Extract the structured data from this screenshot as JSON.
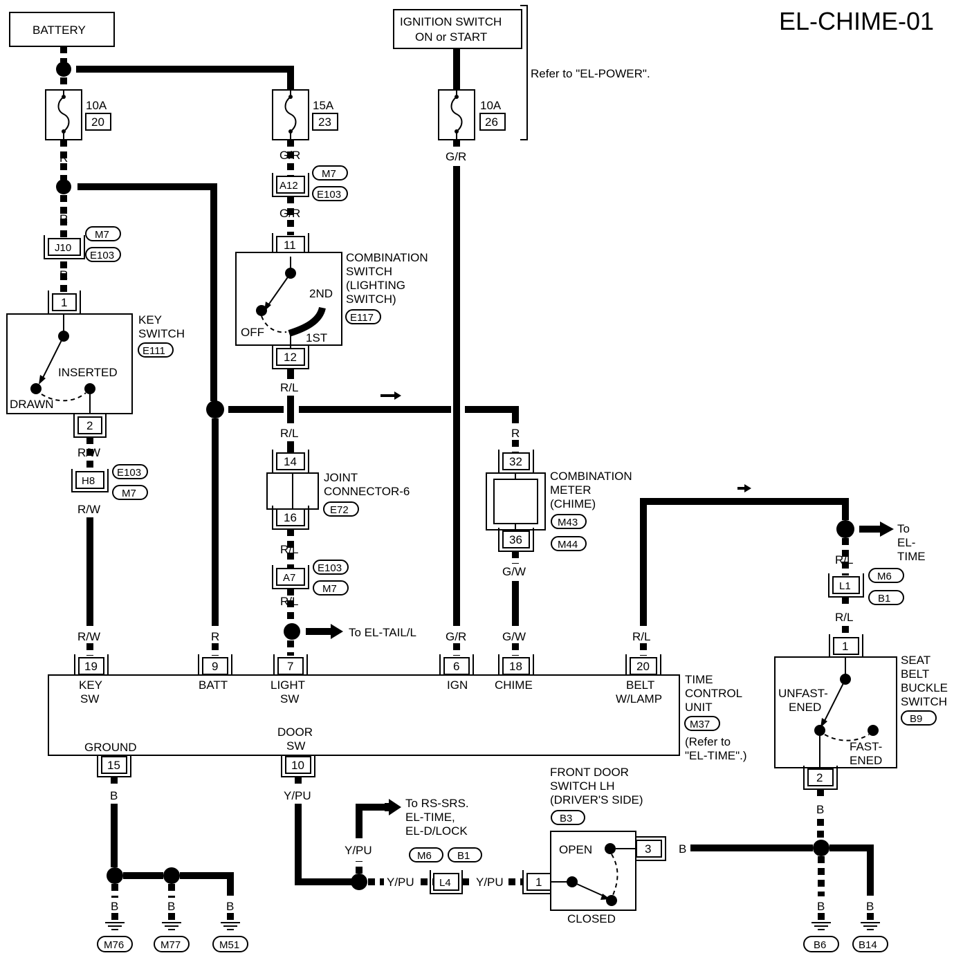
{
  "title": "EL-CHIME-01",
  "battery": "BATTERY",
  "ignition": {
    "line1": "IGNITION SWITCH",
    "line2": "ON or START"
  },
  "refer_power": "Refer to \"EL-POWER\".",
  "fuses": [
    {
      "amp": "10A",
      "num": "20"
    },
    {
      "amp": "15A",
      "num": "23"
    },
    {
      "amp": "10A",
      "num": "26"
    }
  ],
  "wire_colors": {
    "r": "R",
    "gr": "G/R",
    "rl": "R/L",
    "rw": "R/W",
    "gw": "G/W",
    "b": "B",
    "ypu": "Y/PU"
  },
  "connectors": {
    "a12": "A12",
    "j10": "J10",
    "h8": "H8",
    "a7": "A7",
    "l1": "L1",
    "l4": "L4",
    "m7": "M7",
    "e103": "E103",
    "m6": "M6",
    "b1": "B1"
  },
  "pins": {
    "p11": "11",
    "p12": "12",
    "p1": "1",
    "p2": "2",
    "p14": "14",
    "p16": "16",
    "p32": "32",
    "p36": "36",
    "p19": "19",
    "p9": "9",
    "p7": "7",
    "p6": "6",
    "p18": "18",
    "p20": "20",
    "p15": "15",
    "p10": "10",
    "p3": "3"
  },
  "combination_switch": {
    "l1": "COMBINATION",
    "l2": "SWITCH",
    "l3": "(LIGHTING",
    "l4": "SWITCH)",
    "conn": "E117",
    "off": "OFF",
    "first": "1ST",
    "second": "2ND"
  },
  "key_switch": {
    "l1": "KEY",
    "l2": "SWITCH",
    "conn": "E111",
    "inserted": "INSERTED",
    "drawn": "DRAWN"
  },
  "joint_connector": {
    "l1": "JOINT",
    "l2": "CONNECTOR-6",
    "conn": "E72"
  },
  "combination_meter": {
    "l1": "COMBINATION",
    "l2": "METER",
    "l3": "(CHIME)",
    "conn1": "M43",
    "conn2": "M44"
  },
  "to_el_tail": "To EL-TAIL/L",
  "to_el_time": {
    "l1": "To",
    "l2": "EL-",
    "l3": "TIME"
  },
  "tcu": {
    "l1": "TIME",
    "l2": "CONTROL",
    "l3": "UNIT",
    "conn": "M37",
    "ref1": "(Refer to",
    "ref2": "\"EL-TIME\".)",
    "key_sw1": "KEY",
    "key_sw2": "SW",
    "batt": "BATT",
    "light_sw1": "LIGHT",
    "light_sw2": "SW",
    "ign": "IGN",
    "chime": "CHIME",
    "belt1": "BELT",
    "belt2": "W/LAMP",
    "ground": "GROUND",
    "door1": "DOOR",
    "door2": "SW"
  },
  "seat_belt": {
    "l1": "SEAT",
    "l2": "BELT",
    "l3": "BUCKLE",
    "l4": "SWITCH",
    "conn": "B9",
    "unfast1": "UNFAST-",
    "unfast2": "ENED",
    "fast1": "FAST-",
    "fast2": "ENED"
  },
  "front_door": {
    "l1": "FRONT DOOR",
    "l2": "SWITCH LH",
    "l3": "(DRIVER'S SIDE)",
    "conn": "B3",
    "open": "OPEN",
    "closed": "CLOSED"
  },
  "to_rs_srs": {
    "l1": "To RS-SRS.",
    "l2": "EL-TIME,",
    "l3": "EL-D/LOCK"
  },
  "grounds": [
    "M76",
    "M77",
    "M51",
    "B6",
    "B14"
  ]
}
